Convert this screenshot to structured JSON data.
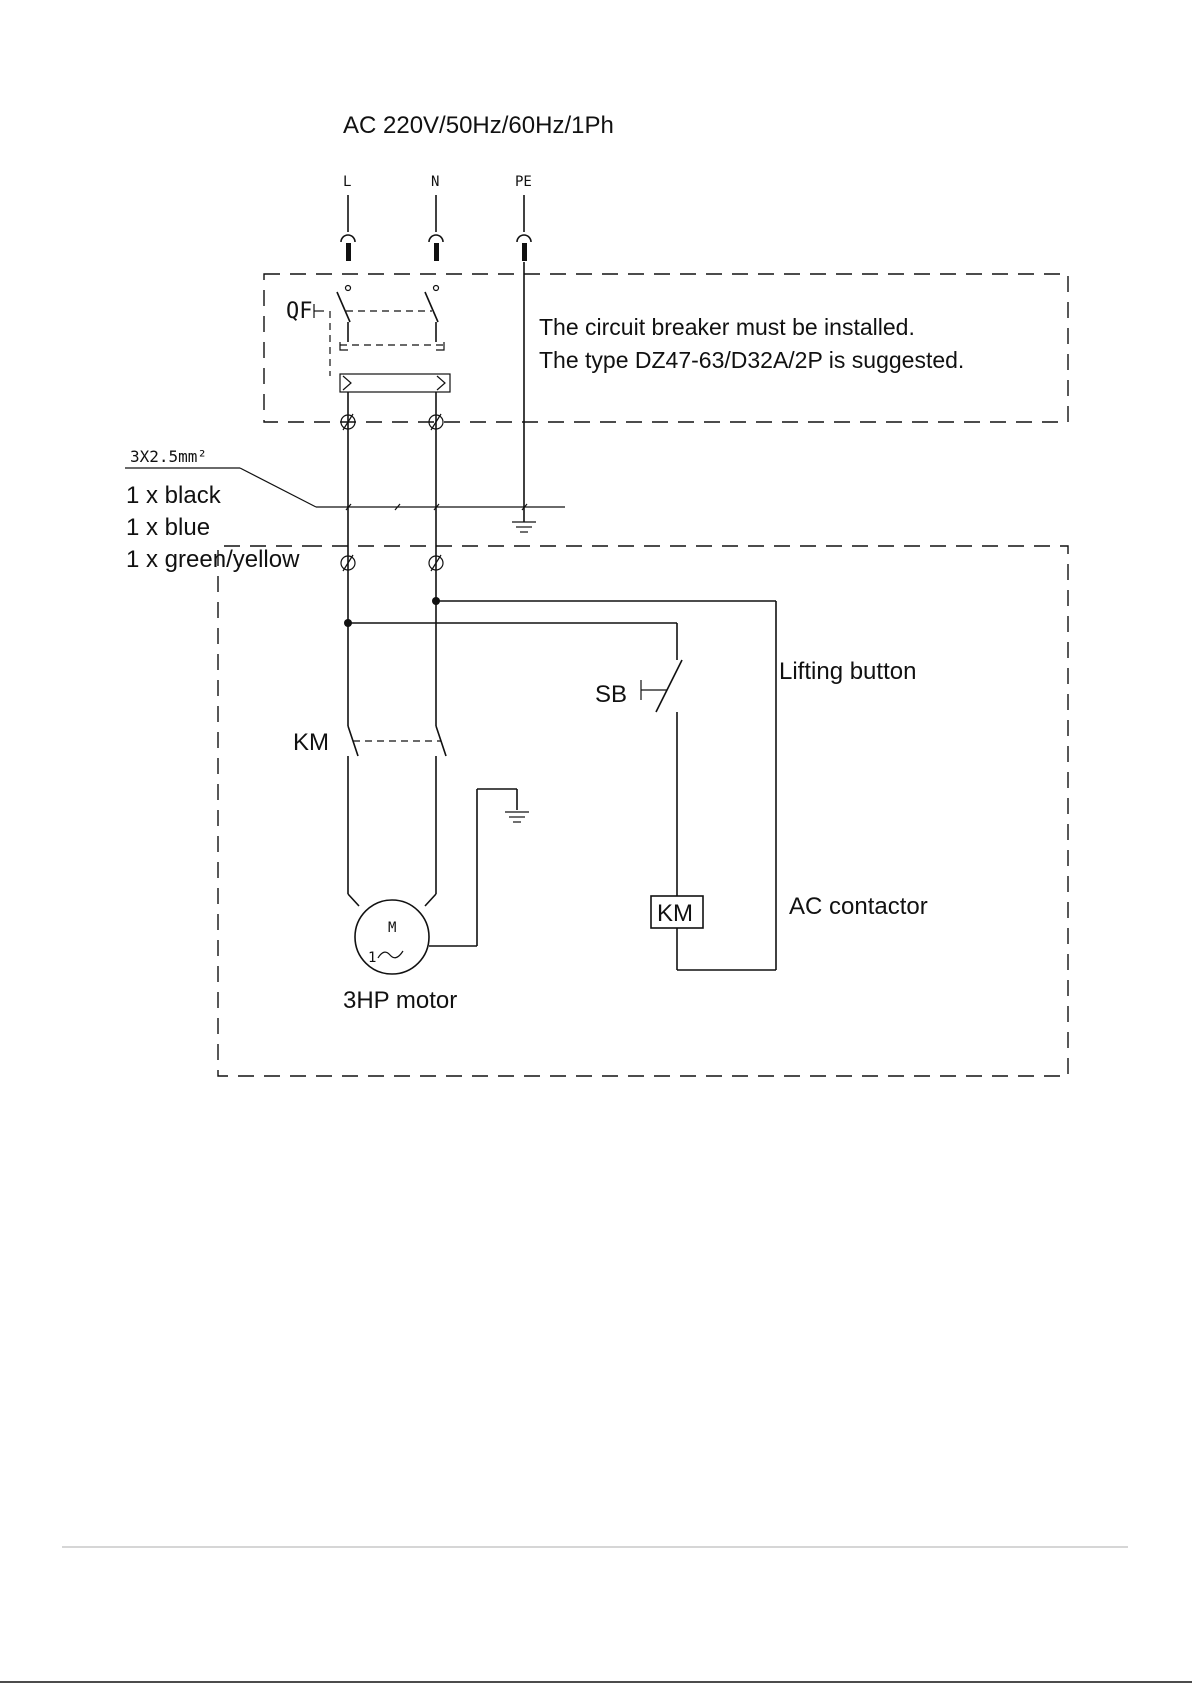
{
  "supply": {
    "label": "AC 220V/50Hz/60Hz/1Ph"
  },
  "terminals": {
    "l": "L",
    "n": "N",
    "pe": "PE"
  },
  "breaker": {
    "tag": "QF",
    "note_line1": "The circuit breaker must be installed.",
    "note_line2": "The type DZ47-63/D32A/2P is suggested."
  },
  "cable": {
    "spec": "3X2.5mm²",
    "wire1": "1 x black",
    "wire2": "1 x blue",
    "wire3": "1 x green/yellow"
  },
  "button": {
    "tag": "SB",
    "label": "Lifting button"
  },
  "contactor": {
    "contact_tag": "KM",
    "coil_tag": "KM",
    "label": "AC contactor"
  },
  "motor": {
    "symbol_m": "M",
    "symbol_phase": "1",
    "label": "3HP motor"
  }
}
